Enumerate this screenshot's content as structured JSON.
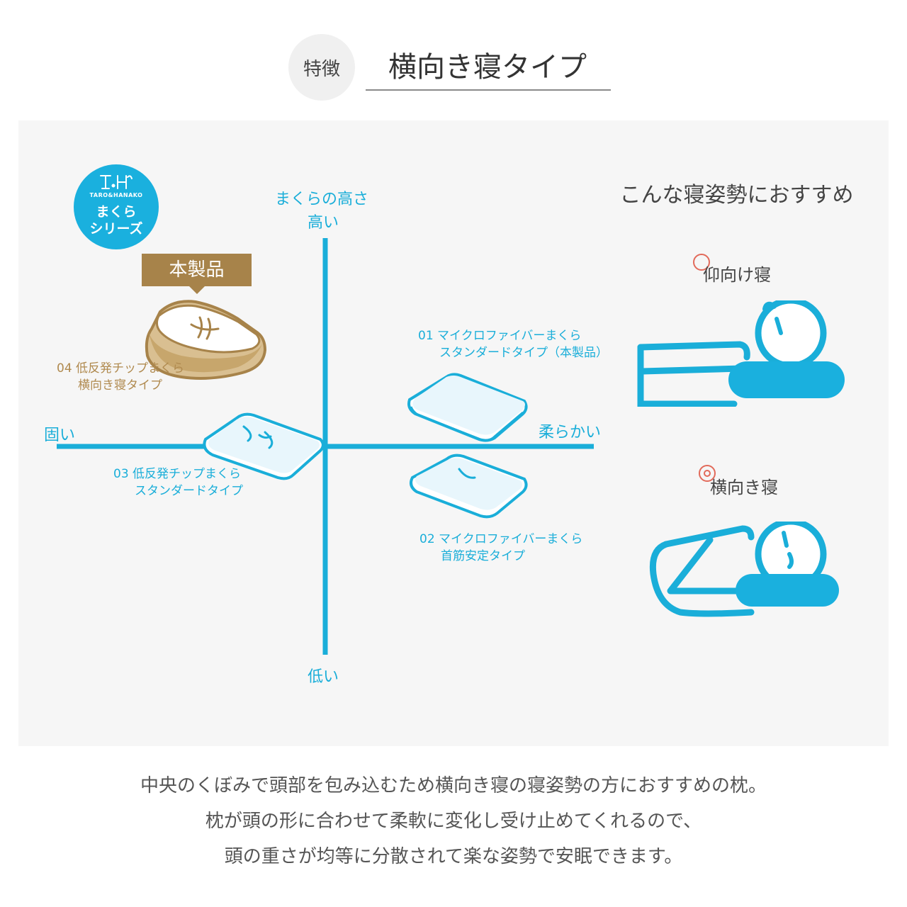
{
  "header": {
    "badge": "特徴",
    "title": "横向き寝タイプ"
  },
  "series_badge": {
    "brand": "TARO&HANAKO",
    "line1": "まくら",
    "line2": "シリーズ"
  },
  "product_tag": "本製品",
  "axes": {
    "vertical_title": "まくらの高さ",
    "high": "高い",
    "low": "低い",
    "hard": "固い",
    "soft": "柔らかい"
  },
  "items": [
    {
      "line1": "04 低反発チップまくら",
      "line2": "横向き寝タイプ"
    },
    {
      "line1": "01 マイクロファイバーまくら",
      "line2": "スタンダードタイプ（本製品）"
    },
    {
      "line1": "03 低反発チップまくら",
      "line2": "スタンダードタイプ"
    },
    {
      "line1": "02 マイクロファイバーまくら",
      "line2": "首筋安定タイプ"
    }
  ],
  "recommend": {
    "heading": "こんな寝姿勢におすすめ",
    "poses": [
      {
        "label": "仰向け寝",
        "mark": "circle",
        "icon": "supine-sleeper-icon"
      },
      {
        "label": "横向き寝",
        "mark": "double-circle",
        "icon": "side-sleeper-icon"
      }
    ]
  },
  "description": [
    "中央のくぼみで頭部を包み込むため横向き寝の寝姿勢の方におすすめの枕。",
    "枕が頭の形に合わせて柔軟に変化し受け止めてくれるので、",
    "頭の重さが均等に分散されて楽な姿勢で安眠できます。"
  ],
  "colors": {
    "accent_blue": "#1aaed9",
    "product_brown": "#a7834a",
    "panel_bg": "#f6f6f6",
    "mark_red": "#e26a5a"
  }
}
